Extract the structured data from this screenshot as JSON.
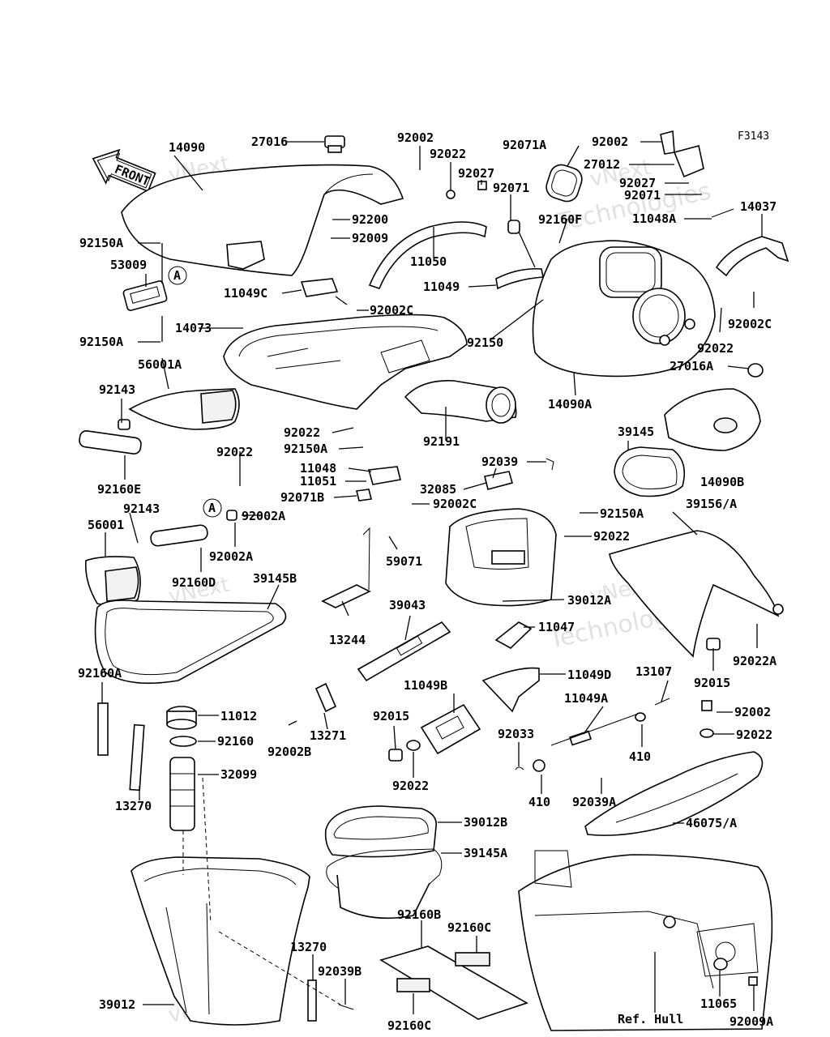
{
  "figure_code": "F3143",
  "front_label": "FRONT",
  "ref_label": "A",
  "watermark": [
    "vNext",
    "Technologies"
  ],
  "parts": [
    "14090",
    "27016",
    "92002",
    "92022",
    "92027",
    "92071A",
    "92071",
    "92002",
    "27012",
    "92027",
    "92071",
    "14037",
    "11048A",
    "92200",
    "92009",
    "92150A",
    "53009",
    "11050",
    "92160F",
    "11049",
    "11049C",
    "92002C",
    "92002C",
    "92150A",
    "14073",
    "92150",
    "92022",
    "27016A",
    "56001A",
    "14090A",
    "92143",
    "92022",
    "92191",
    "39145",
    "92150A",
    "14090B",
    "11048",
    "11051",
    "92039",
    "92071B",
    "92022",
    "92002C",
    "32085",
    "92002A",
    "92143",
    "92150A",
    "39156/A",
    "56001",
    "92002A",
    "92022",
    "92160E",
    "59071",
    "92160D",
    "39145B",
    "39012A",
    "39043",
    "13244",
    "11047",
    "92022A",
    "92160A",
    "11049B",
    "11049D",
    "13107",
    "92015",
    "92015",
    "11049A",
    "11012",
    "92002B",
    "13271",
    "92002",
    "92160",
    "92033",
    "92022",
    "410",
    "32099",
    "92022",
    "410",
    "92039A",
    "46075/A",
    "13270",
    "39012B",
    "39145A",
    "92160B",
    "92160C",
    "13270",
    "92039B",
    "39012",
    "11065",
    "92009A",
    "92160C",
    "Ref. Hull"
  ]
}
